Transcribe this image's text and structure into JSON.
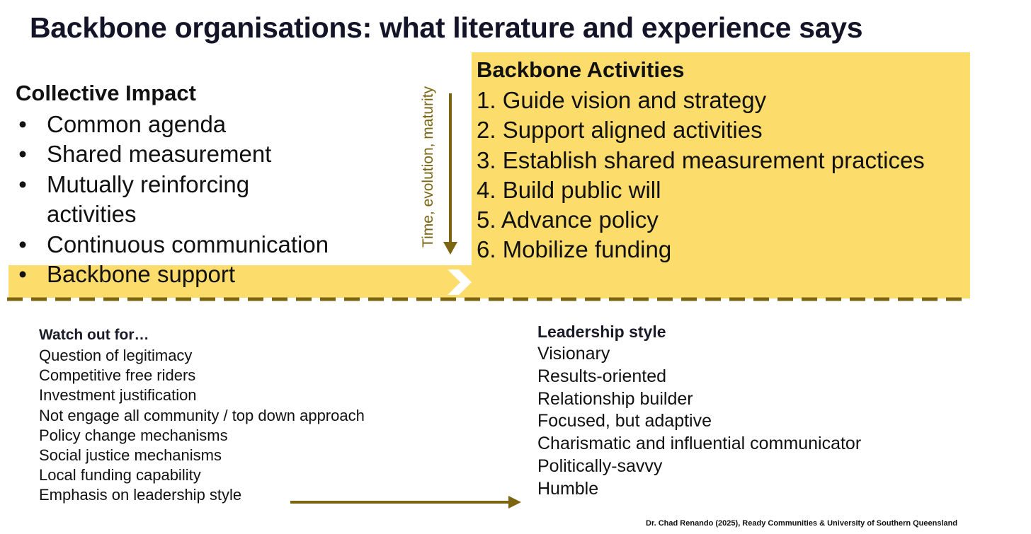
{
  "title": "Backbone organisations: what literature and experience says",
  "collective_impact": {
    "heading": "Collective Impact",
    "bullet": "•",
    "items": [
      "Common agenda",
      "Shared measurement",
      "Mutually reinforcing activities",
      "Continuous communication",
      "Backbone support"
    ]
  },
  "timeline_label": "Time, evolution, maturity",
  "backbone_activities": {
    "heading": "Backbone Activities",
    "items": [
      "1. Guide vision and strategy",
      "2. Support aligned activities",
      "3. Establish shared measurement practices",
      "4. Build public will",
      "5. Advance policy",
      "6. Mobilize funding"
    ]
  },
  "watch_out": {
    "heading": "Watch out for…",
    "items": [
      "Question of legitimacy",
      "Competitive free riders",
      "Investment justification",
      "Not engage all community / top down approach",
      "Policy change mechanisms",
      "Social justice mechanisms",
      "Local funding capability",
      "Emphasis on leadership style"
    ]
  },
  "leadership_style": {
    "heading": "Leadership style",
    "items": [
      "Visionary",
      "Results-oriented",
      "Relationship builder",
      "Focused, but adaptive",
      "Charismatic and influential communicator",
      "Politically-savvy",
      "Humble"
    ]
  },
  "footer": "Dr. Chad Renando (2025), Ready Communities & University of Southern Queensland",
  "colors": {
    "highlight": "#fcdc6a",
    "accent": "#7b6510",
    "title": "#141428"
  },
  "icons": {
    "chevron": "chevron-right-icon",
    "down_arrow": "arrow-down-icon",
    "right_arrow": "arrow-right-icon"
  }
}
